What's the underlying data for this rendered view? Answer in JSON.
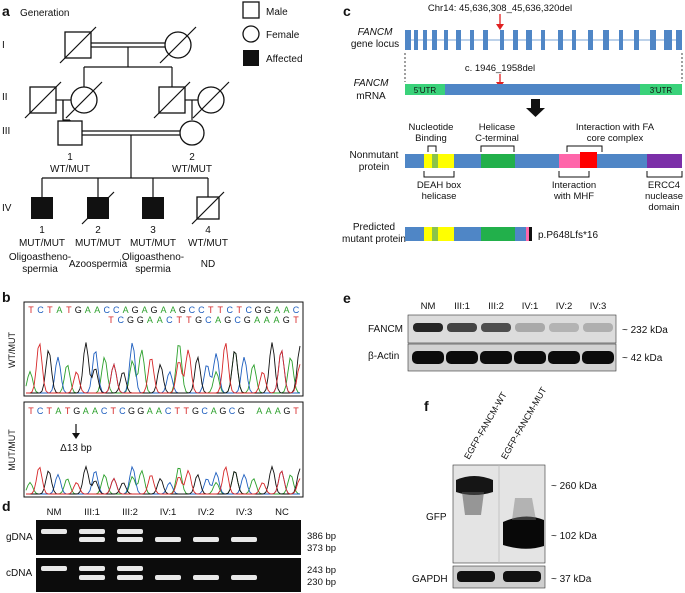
{
  "panels": [
    "a",
    "b",
    "c",
    "d",
    "e",
    "f"
  ],
  "a": {
    "generation_title": "Generation",
    "gen_labels": [
      "I",
      "II",
      "III",
      "IV"
    ],
    "legend": [
      {
        "shape": "square",
        "label": "Male"
      },
      {
        "shape": "circle",
        "label": "Female"
      },
      {
        "shape": "filled-square",
        "label": "Affected"
      }
    ],
    "iii_individuals": [
      {
        "num": "1",
        "genotype": "WT/MUT"
      },
      {
        "num": "2",
        "genotype": "WT/MUT"
      }
    ],
    "iv_individuals": [
      {
        "num": "1",
        "genotype": "MUT/MUT",
        "phenotype_1": "Oligoastheno-",
        "phenotype_2": "spermia",
        "affected": true,
        "deceased": false
      },
      {
        "num": "2",
        "genotype": "MUT/MUT",
        "phenotype_1": "Azoospermia",
        "phenotype_2": "",
        "affected": true,
        "deceased": true
      },
      {
        "num": "3",
        "genotype": "MUT/MUT",
        "phenotype_1": "Oligoastheno-",
        "phenotype_2": "spermia",
        "affected": true,
        "deceased": false
      },
      {
        "num": "4",
        "genotype": "WT/MUT",
        "phenotype_1": "ND",
        "phenotype_2": "",
        "affected": false,
        "deceased": true
      }
    ]
  },
  "b": {
    "top_label": "WT/MUT",
    "bottom_label": "MUT/MUT",
    "top_seq_1": "TCTATGAACCAGAGAAGCCTTCTCGGAAC",
    "top_seq_2": "TCGGAACTTGCAGCGAAAGT",
    "bottom_seq": "TCTATGAACTCGGAACTTGCAGCG-AAAGT",
    "deletion_label": "Δ13 bp",
    "colors": {
      "A": "#2ca02c",
      "C": "#1f5fbf",
      "G": "#111111",
      "T": "#d62728"
    }
  },
  "c": {
    "locus_coord": "Chr14: 45,636,308_45,636,320del",
    "gene_label": "FANCM",
    "gene_sub": "gene locus",
    "mrna_label": "FANCM",
    "mrna_sub": "mRNA",
    "cdna_change": "c. 1946_1958del",
    "utr5": "5'UTR",
    "utr3": "3'UTR",
    "domains_top": [
      "Nucleotide",
      "Binding",
      "Helicase",
      "C-terminal",
      "Interaction with FA",
      "core complex"
    ],
    "domains_bottom": [
      "DEAH box",
      "helicase",
      "Interaction",
      "with MHF",
      "ERCC4",
      "nuclease",
      "domain"
    ],
    "nonmutant_1": "Nonmutant",
    "nonmutant_2": "protein",
    "predicted_1": "Predicted",
    "predicted_2": "mutant protein",
    "mutation": "p.P648Lfs*16",
    "colors": {
      "body": "#4f86c6",
      "yellow": "#ffff00",
      "green": "#22b04b",
      "lime": "#8bc34a",
      "pink": "#ff66aa",
      "red": "#ff0000",
      "purple": "#7b2fa8",
      "utr": "#3ad27a"
    }
  },
  "d": {
    "lanes": [
      "NM",
      "III:1",
      "III:2",
      "IV:1",
      "IV:2",
      "IV:3",
      "NC"
    ],
    "rows": [
      "gDNA",
      "cDNA"
    ],
    "gdna_sizes": [
      "386 bp",
      "373 bp"
    ],
    "cdna_sizes": [
      "243 bp",
      "230 bp"
    ]
  },
  "e": {
    "lanes": [
      "NM",
      "III:1",
      "III:2",
      "IV:1",
      "IV:2",
      "IV:3"
    ],
    "rows": [
      "FANCM",
      "β-Actin"
    ],
    "sizes": [
      "~ 232 kDa",
      "~ 42 kDa"
    ]
  },
  "f": {
    "lanes": [
      "EGFP-FANCM-WT",
      "EGFP-FANCM-MUT"
    ],
    "rows": [
      "GFP",
      "GAPDH"
    ],
    "sizes": [
      "~ 260 kDa",
      "~ 102 kDa",
      "~ 37 kDa"
    ]
  }
}
